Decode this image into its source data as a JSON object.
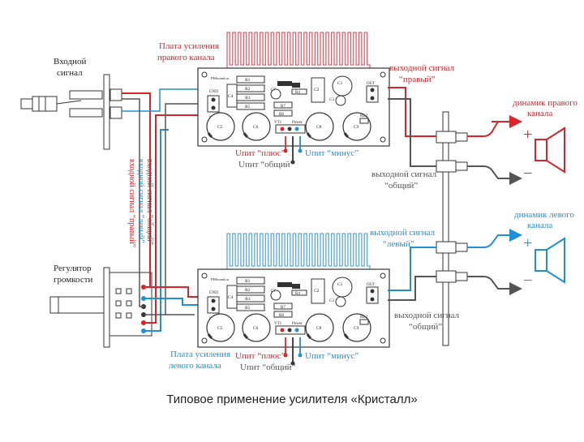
{
  "caption": "Типовое применение усилителя «Кристалл»",
  "colors": {
    "red": "#d9252a",
    "blue": "#1f8fd6",
    "gray": "#555555",
    "board": "#ffffff",
    "outline": "#333333",
    "heatsink_red": "#e0606a",
    "heatsink_blue": "#5aa8e0"
  },
  "labels": {
    "input_signal": [
      "Входной",
      "сигнал"
    ],
    "volume_regulator": [
      "Регулятор",
      "громкости"
    ],
    "right_board": [
      "Плата усиления",
      "правого канала"
    ],
    "left_board": [
      "Плата усиления",
      "левого канала"
    ],
    "output_right": [
      "выходной сигнал",
      "“правый”"
    ],
    "output_left": [
      "выходной сигнал",
      "“левый”"
    ],
    "output_common_top": [
      "выходной сигнал",
      "“общий”"
    ],
    "output_common_bottom": [
      "выходной сигнал",
      "“общий”"
    ],
    "speaker_right": [
      "динамик правого",
      "канала"
    ],
    "speaker_left": [
      "динамик левого",
      "канала"
    ],
    "vertical_right": "входной сигнал “правый”",
    "vertical_left": "входной сигнал “левый”",
    "vertical_common": "входной сигнал “общий”",
    "plus_top": "Uпит “плюс”",
    "minus_top": "Uпит “минус”",
    "common_top": "Uпит “общий”",
    "plus_bottom": "Uпит “плюс”",
    "minus_bottom": "Uпит “минус”",
    "common_bottom": "Uпит “общий”",
    "sign_plus": "+",
    "sign_minus": "−"
  },
  "board_components": {
    "resistors": [
      "R1",
      "R2",
      "R3",
      "R5"
    ],
    "r4": "R4",
    "r6": "R6",
    "r7": "R7",
    "r8": "R8",
    "c2": "C2",
    "c1": "C1",
    "c3": "C3",
    "c4": "C4",
    "c5": "C5",
    "c6": "C6",
    "c7": "C7",
    "c8": "C8",
    "c9": "C9",
    "vt1": "VT1",
    "power": "Power",
    "gnd": "GND",
    "in": "IN",
    "out": "OUT",
    "hl2": "HL2",
    "brand": "PHSound.ru"
  }
}
